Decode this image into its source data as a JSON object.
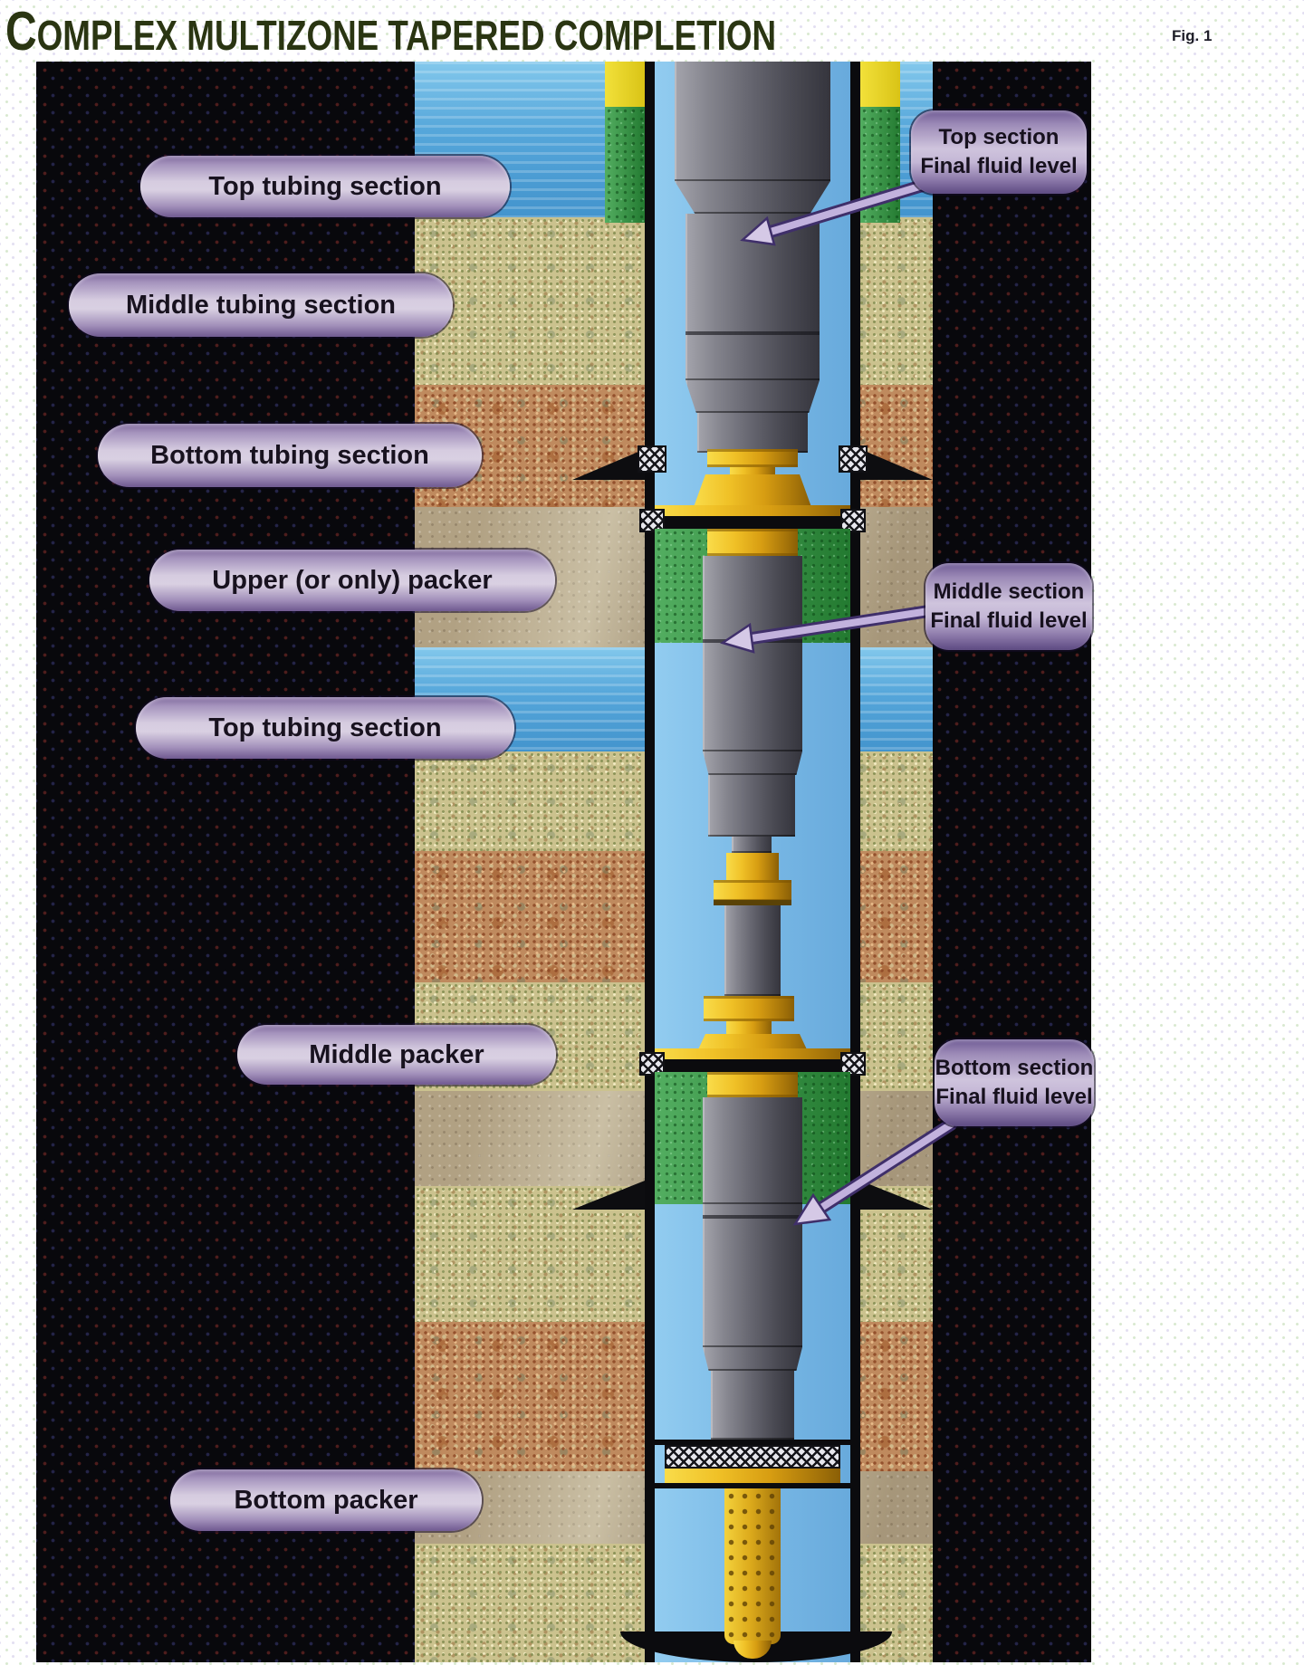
{
  "title": {
    "text": "COMPLEX MULTIZONE TAPERED COMPLETION"
  },
  "figure_ref": "Fig. 1",
  "labels": [
    {
      "text": "Top tubing section"
    },
    {
      "text": "Middle tubing section"
    },
    {
      "text": "Bottom tubing section"
    },
    {
      "text": "Upper (or only) packer"
    },
    {
      "text": "Top tubing section"
    },
    {
      "text": "Middle packer"
    },
    {
      "text": "Bottom packer"
    }
  ],
  "callouts": [
    {
      "line1": "Top section",
      "line2": "Final fluid level"
    },
    {
      "line1": "Middle section",
      "line2": "Final fluid level"
    },
    {
      "line1": "Bottom section",
      "line2": "Final fluid level"
    }
  ],
  "colors": {
    "title_text": "#2a3512",
    "label_pill_light": "#d9d0e2",
    "label_pill_dark": "#6f5990",
    "arrow_fill": "#c2b2dd",
    "arrow_outline": "#3f2f6a",
    "casing_black": "#0b0b0e",
    "tubing_gray": "#66666f",
    "packer_gold": "#eab61e",
    "annulus_green": "#2d9c3e",
    "wellbore_fluid": "#7ab9e6",
    "strata_blue": "#4f9fd4",
    "strata_sand": "#cbc28e",
    "strata_orange": "#bf8a5e",
    "strata_tan": "#b1a183",
    "background_black": "#08080c"
  }
}
